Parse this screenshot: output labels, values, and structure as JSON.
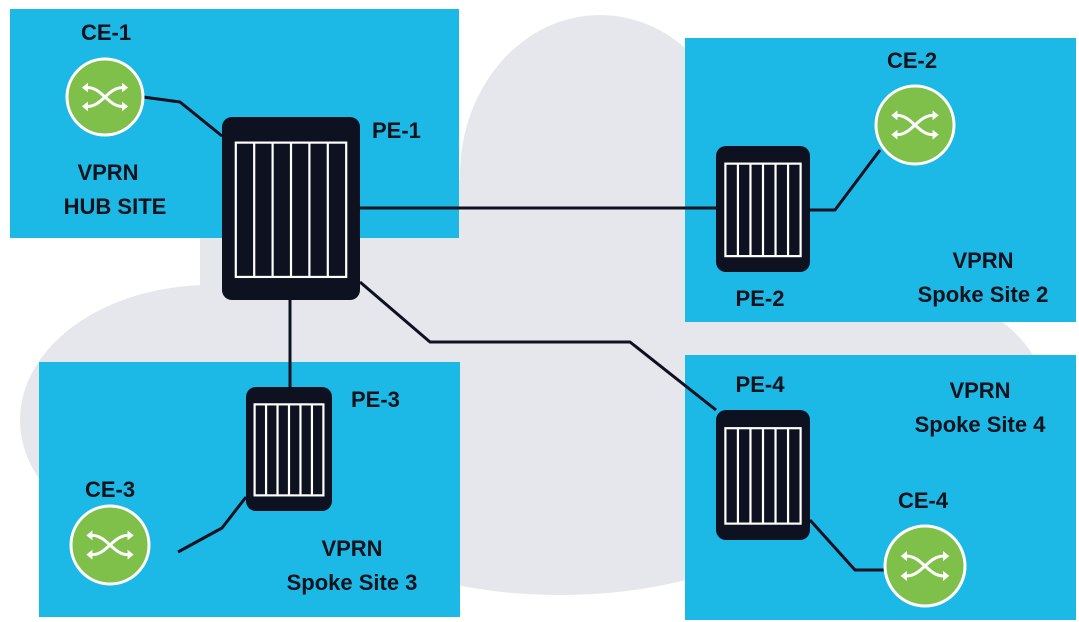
{
  "colors": {
    "background": "#ffffff",
    "cloud": "#e6e7ec",
    "site_fill": "#1cb8e6",
    "router_body": "#0d1120",
    "router_lines": "#ffffff",
    "switch_fill": "#7fc04a",
    "switch_ring": "#ffffff",
    "link": "#0d1120",
    "text": "#10131c"
  },
  "sites": {
    "hub": {
      "line1": "VPRN",
      "line2": "HUB SITE"
    },
    "spoke2": {
      "line1": "VPRN",
      "line2": "Spoke Site 2"
    },
    "spoke3": {
      "line1": "VPRN",
      "line2": "Spoke Site 3"
    },
    "spoke4": {
      "line1": "VPRN",
      "line2": "Spoke Site 4"
    }
  },
  "routers": {
    "pe1": {
      "label": "PE-1",
      "icon": "pe-router-icon"
    },
    "pe2": {
      "label": "PE-2",
      "icon": "pe-router-icon"
    },
    "pe3": {
      "label": "PE-3",
      "icon": "pe-router-icon"
    },
    "pe4": {
      "label": "PE-4",
      "icon": "pe-router-icon"
    }
  },
  "switches": {
    "ce1": {
      "label": "CE-1",
      "icon": "ce-switch-icon"
    },
    "ce2": {
      "label": "CE-2",
      "icon": "ce-switch-icon"
    },
    "ce3": {
      "label": "CE-3",
      "icon": "ce-switch-icon"
    },
    "ce4": {
      "label": "CE-4",
      "icon": "ce-switch-icon"
    }
  }
}
